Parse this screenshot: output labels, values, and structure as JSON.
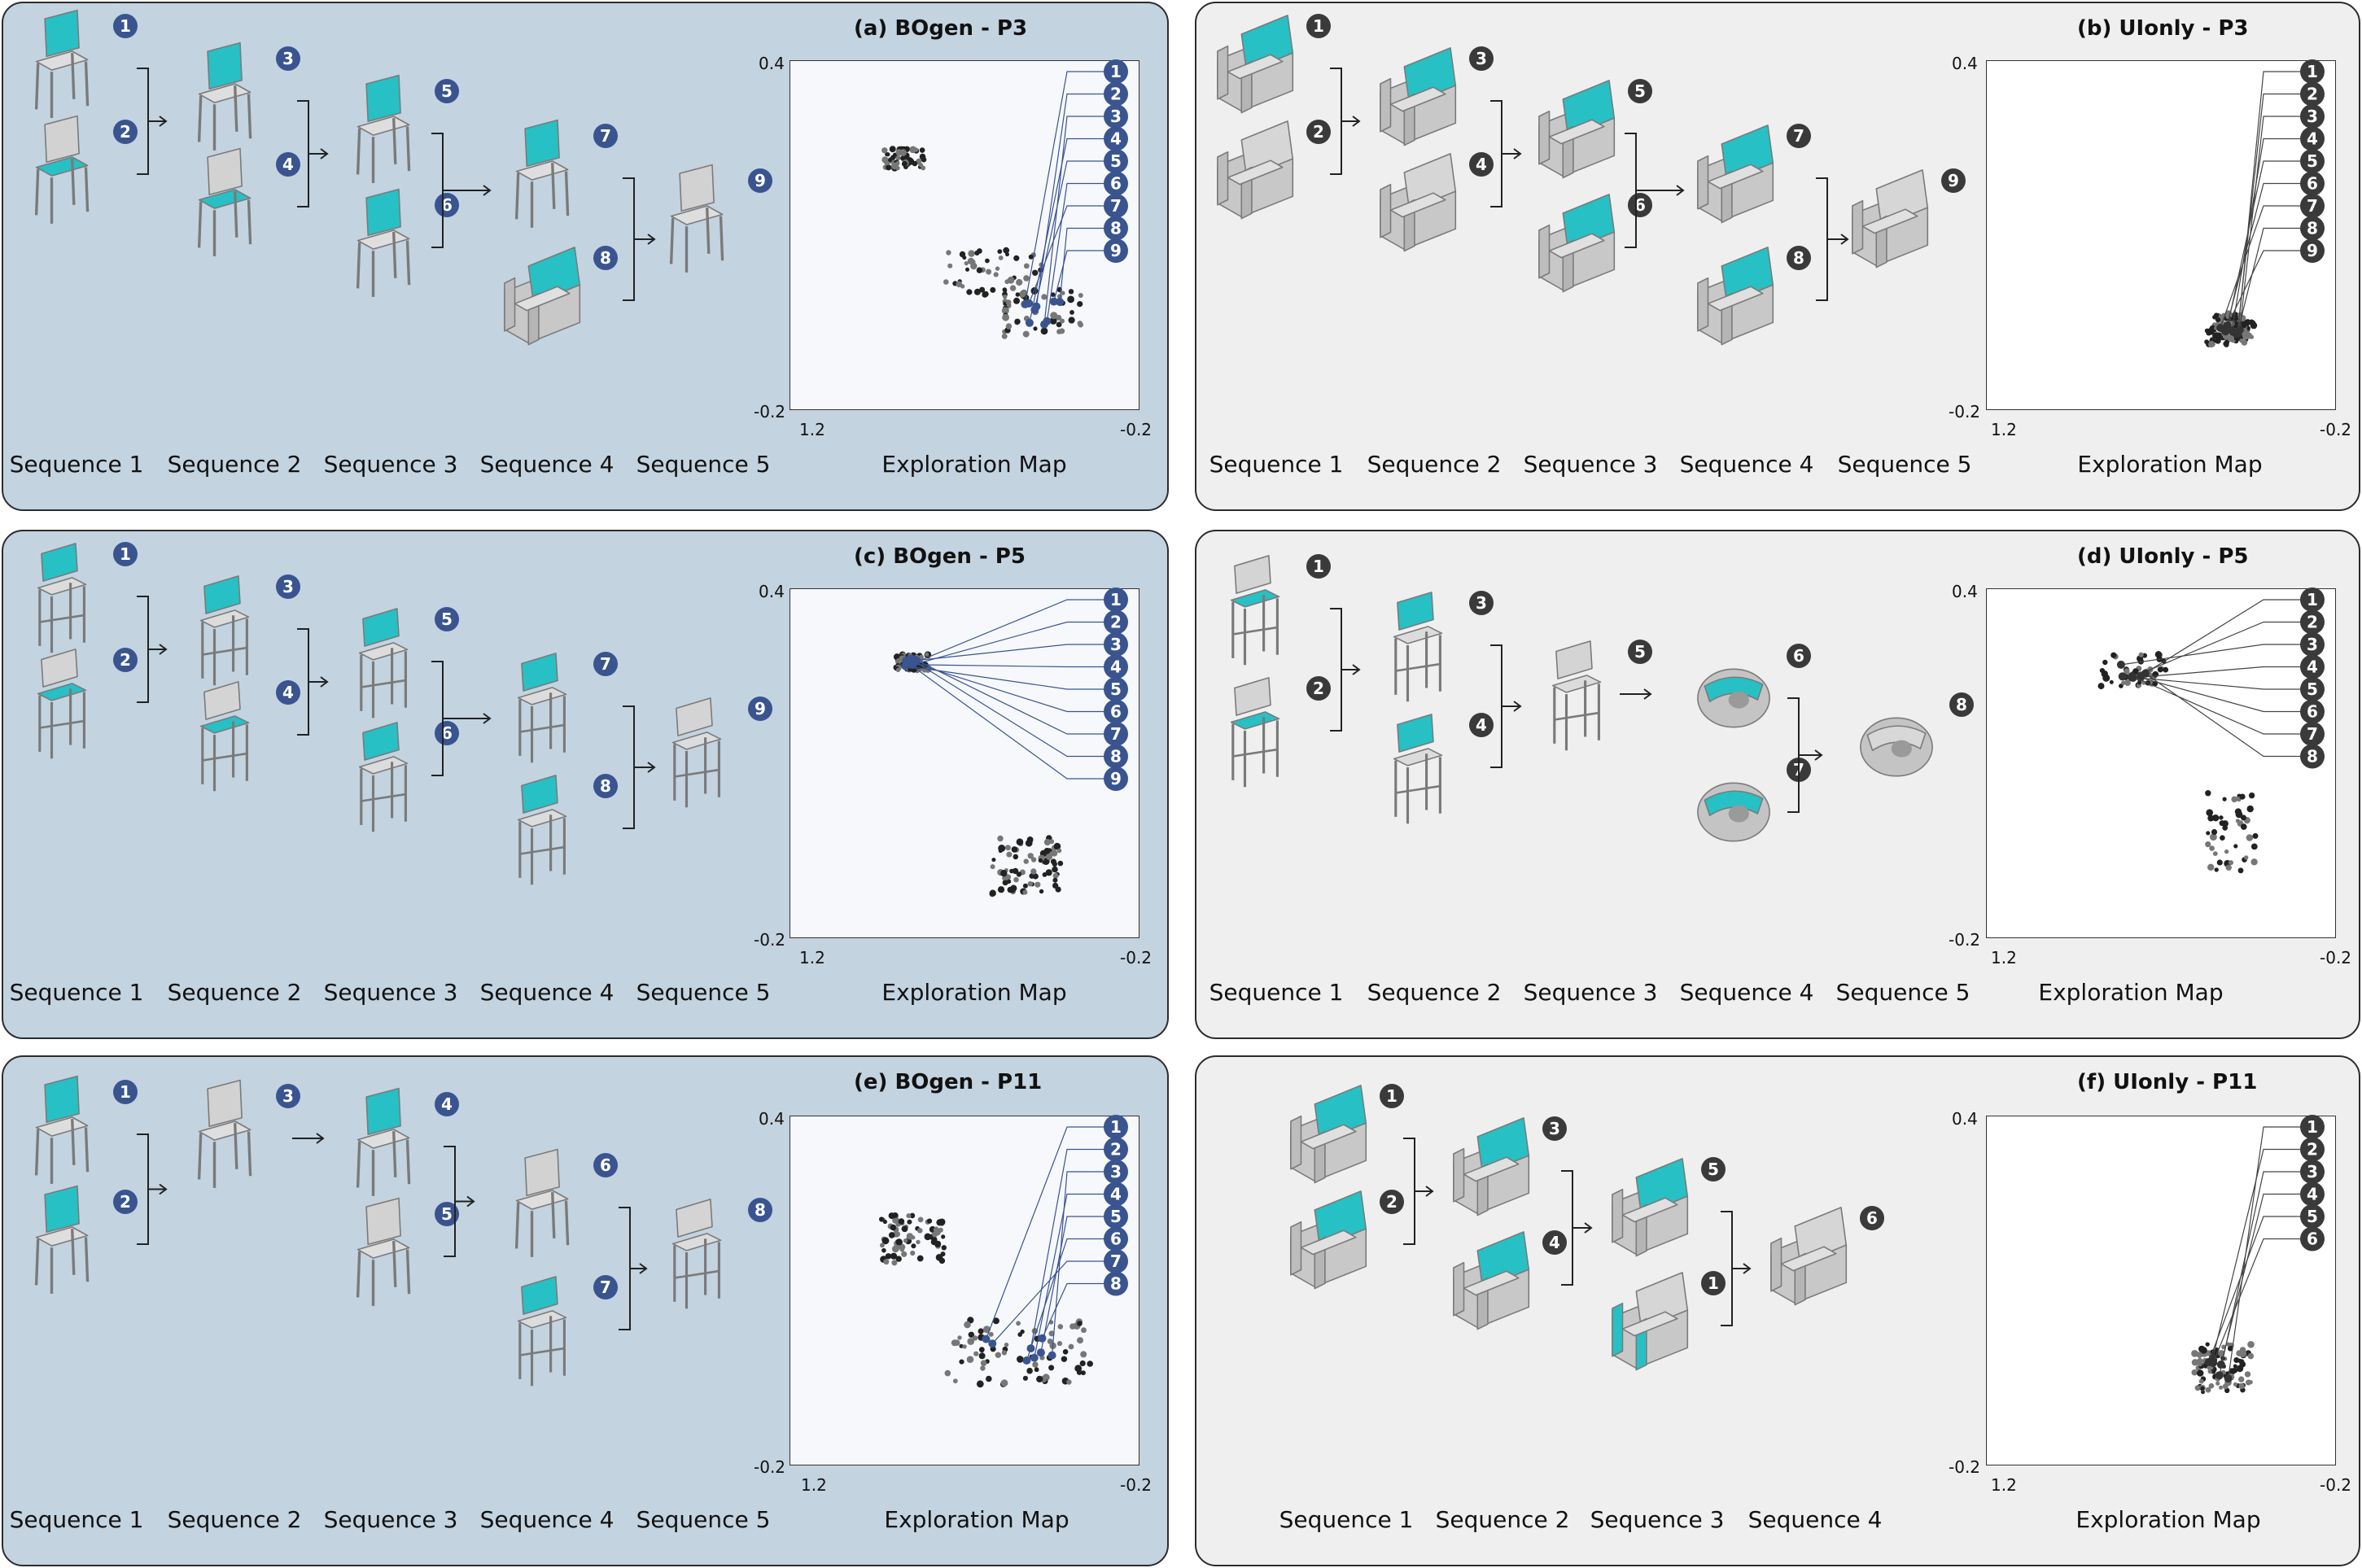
{
  "colors": {
    "blue_panel_bg": "#c3d3e0",
    "gray_panel_bg": "#efefef",
    "blue_badge": "#3a5490",
    "dark_badge": "#3a3a3a",
    "highlight_teal": "#27c0c4",
    "chair_gray": "#c9c9c9"
  },
  "panels": [
    {
      "title": "(a) BOgen - P3",
      "theme": "blue",
      "sequences": [
        "Sequence 1",
        "Sequence 2",
        "Sequence 3",
        "Sequence 4",
        "Sequence 5"
      ],
      "map_label": "Exploration Map",
      "axis": {
        "y_top": "0.4",
        "y_bottom": "-0.2",
        "x_left": "1.2",
        "x_right": "-0.2"
      },
      "badges": [
        "1",
        "2",
        "3",
        "4",
        "5",
        "6",
        "7",
        "8",
        "9"
      ],
      "legend": [
        "1",
        "2",
        "3",
        "4",
        "5",
        "6",
        "7",
        "8",
        "9"
      ]
    },
    {
      "title": "(b) UIonly - P3",
      "theme": "gray",
      "sequences": [
        "Sequence 1",
        "Sequence 2",
        "Sequence 3",
        "Sequence 4",
        "Sequence 5"
      ],
      "map_label": "Exploration Map",
      "axis": {
        "y_top": "0.4",
        "y_bottom": "-0.2",
        "x_left": "1.2",
        "x_right": "-0.2"
      },
      "badges": [
        "1",
        "2",
        "3",
        "4",
        "5",
        "6",
        "7",
        "8",
        "9"
      ],
      "legend": [
        "1",
        "2",
        "3",
        "4",
        "5",
        "6",
        "7",
        "8",
        "9"
      ]
    },
    {
      "title": "(c) BOgen - P5",
      "theme": "blue",
      "sequences": [
        "Sequence 1",
        "Sequence 2",
        "Sequence 3",
        "Sequence 4",
        "Sequence 5"
      ],
      "map_label": "Exploration Map",
      "axis": {
        "y_top": "0.4",
        "y_bottom": "-0.2",
        "x_left": "1.2",
        "x_right": "-0.2"
      },
      "badges": [
        "1",
        "2",
        "3",
        "4",
        "5",
        "6",
        "7",
        "8",
        "9"
      ],
      "legend": [
        "1",
        "2",
        "3",
        "4",
        "5",
        "6",
        "7",
        "8",
        "9"
      ]
    },
    {
      "title": "(d) UIonly - P5",
      "theme": "gray",
      "sequences": [
        "Sequence 1",
        "Sequence 2",
        "Sequence 3",
        "Sequence 4",
        "Sequence 5"
      ],
      "map_label": "Exploration Map",
      "axis": {
        "y_top": "0.4",
        "y_bottom": "-0.2",
        "x_left": "1.2",
        "x_right": "-0.2"
      },
      "badges": [
        "1",
        "2",
        "3",
        "4",
        "5",
        "6",
        "7",
        "8"
      ],
      "legend": [
        "1",
        "2",
        "3",
        "4",
        "5",
        "6",
        "7",
        "8"
      ]
    },
    {
      "title": "(e) BOgen - P11",
      "theme": "blue",
      "sequences": [
        "Sequence 1",
        "Sequence 2",
        "Sequence 3",
        "Sequence 4",
        "Sequence 5"
      ],
      "map_label": "Exploration Map",
      "axis": {
        "y_top": "0.4",
        "y_bottom": "-0.2",
        "x_left": "1.2",
        "x_right": "-0.2"
      },
      "badges": [
        "1",
        "2",
        "3",
        "4",
        "5",
        "6",
        "7",
        "8"
      ],
      "legend": [
        "1",
        "2",
        "3",
        "4",
        "5",
        "6",
        "7",
        "8"
      ]
    },
    {
      "title": "(f) UIonly - P11",
      "theme": "gray",
      "sequences": [
        "Sequence 1",
        "Sequence 2",
        "Sequence 3",
        "Sequence 4"
      ],
      "map_label": "Exploration Map",
      "axis": {
        "y_top": "0.4",
        "y_bottom": "-0.2",
        "x_left": "1.2",
        "x_right": "-0.2"
      },
      "badges": [
        "1",
        "2",
        "3",
        "4",
        "5",
        "1",
        "6"
      ],
      "legend": [
        "1",
        "2",
        "3",
        "4",
        "5",
        "6"
      ]
    }
  ]
}
